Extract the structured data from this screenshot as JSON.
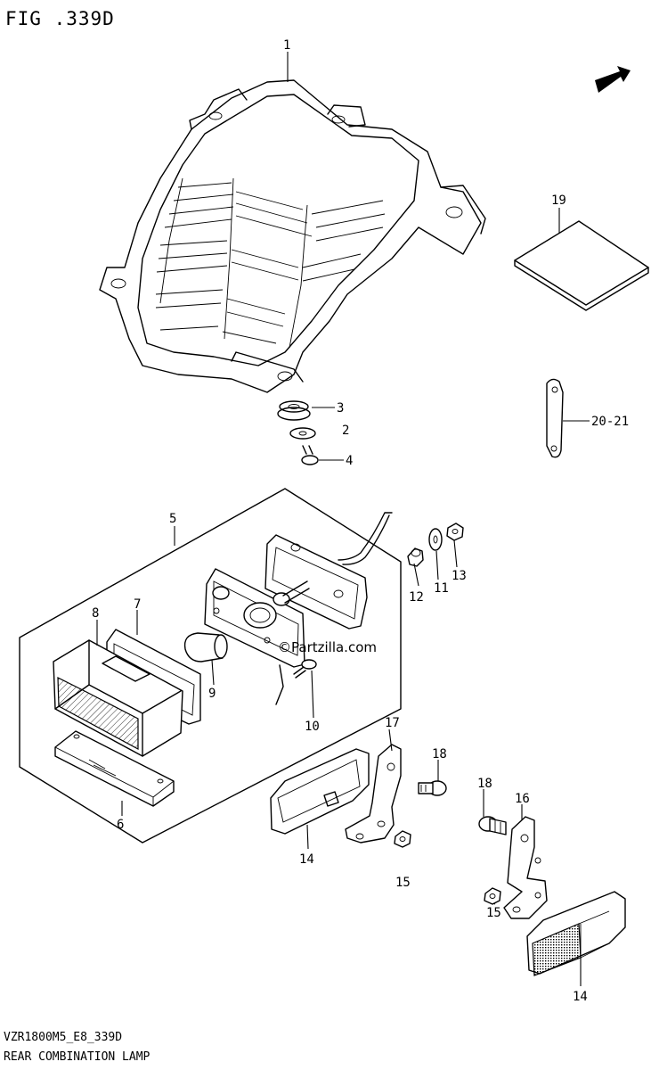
{
  "figure": {
    "header": "FIG .339D",
    "code": "VZR1800M5_E8_339D",
    "title": "REAR COMBINATION LAMP",
    "watermark": "©Partzilla.com"
  },
  "callouts": [
    "1",
    "19",
    "3",
    "2",
    "4",
    "20-21",
    "5",
    "13",
    "12",
    "11",
    "8",
    "7",
    "9",
    "10",
    "17",
    "18",
    "18",
    "16",
    "14",
    "15",
    "6",
    "15",
    "14"
  ]
}
